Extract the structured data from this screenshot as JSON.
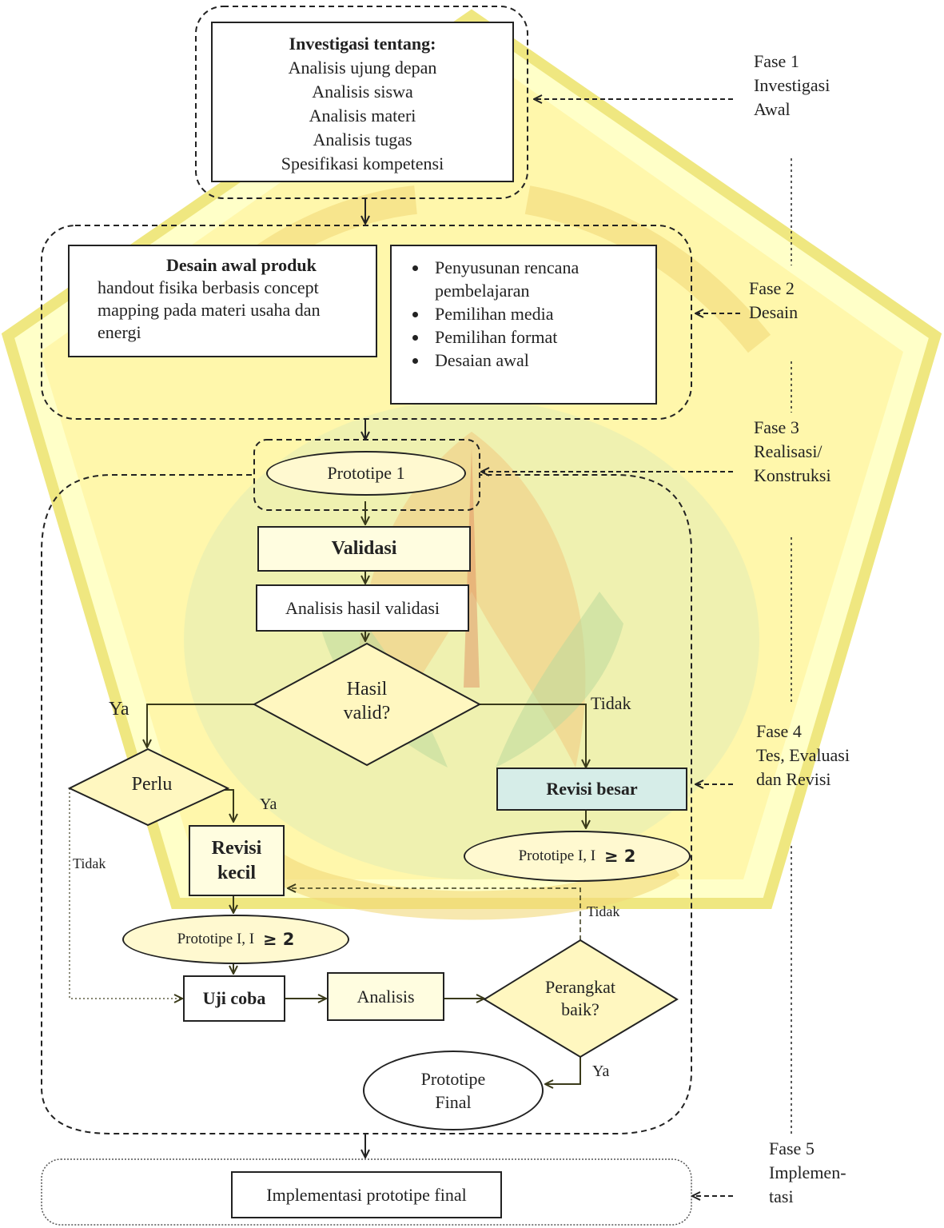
{
  "phase1": {
    "title": "Investigasi tentang:",
    "items": [
      "Analisis ujung depan",
      "Analisis siswa",
      "Analisis materi",
      "Analisis tugas",
      "Spesifikasi kompetensi"
    ],
    "label": [
      "Fase 1",
      "Investigasi",
      "Awal"
    ]
  },
  "phase2": {
    "design_title": "Desain awal produk",
    "design_text": [
      "handout fisika berbasis concept",
      "mapping pada materi usaha dan",
      "energi"
    ],
    "bullets": [
      "Penyusunan rencana pembelajaran",
      "Pemilihan media",
      "Pemilihan format",
      "Desaian awal"
    ],
    "label": [
      "Fase 2",
      "Desain"
    ]
  },
  "phase3": {
    "prototype1": "Prototipe 1",
    "label": [
      "Fase 3",
      "Realisasi/",
      "Konstruksi"
    ]
  },
  "phase4": {
    "validasi": "Validasi",
    "analisis_validasi": "Analisis hasil validasi",
    "hasil_valid": [
      "Hasil",
      "valid?"
    ],
    "ya": "Ya",
    "tidak": "Tidak",
    "perlu": "Perlu",
    "revisi_kecil": [
      "Revisi",
      "kecil"
    ],
    "revisi_besar": "Revisi besar",
    "prototype_i_text": "Prototipe I, I",
    "ge2": "≥ 2",
    "uji_coba": "Uji coba",
    "analisis": "Analisis",
    "perangkat_baik": [
      "Perangkat",
      "baik?"
    ],
    "prototype_final": [
      "Prototipe",
      "Final"
    ],
    "label": [
      "Fase 4",
      "Tes, Evaluasi",
      "dan Revisi"
    ]
  },
  "phase5": {
    "implementasi": "Implementasi prototipe final",
    "label": [
      "Fase 5",
      "Implemen-",
      "tasi"
    ]
  },
  "colors": {
    "accent_box": "#d6ede8",
    "fill": "#fffde0",
    "stroke": "#222222"
  }
}
